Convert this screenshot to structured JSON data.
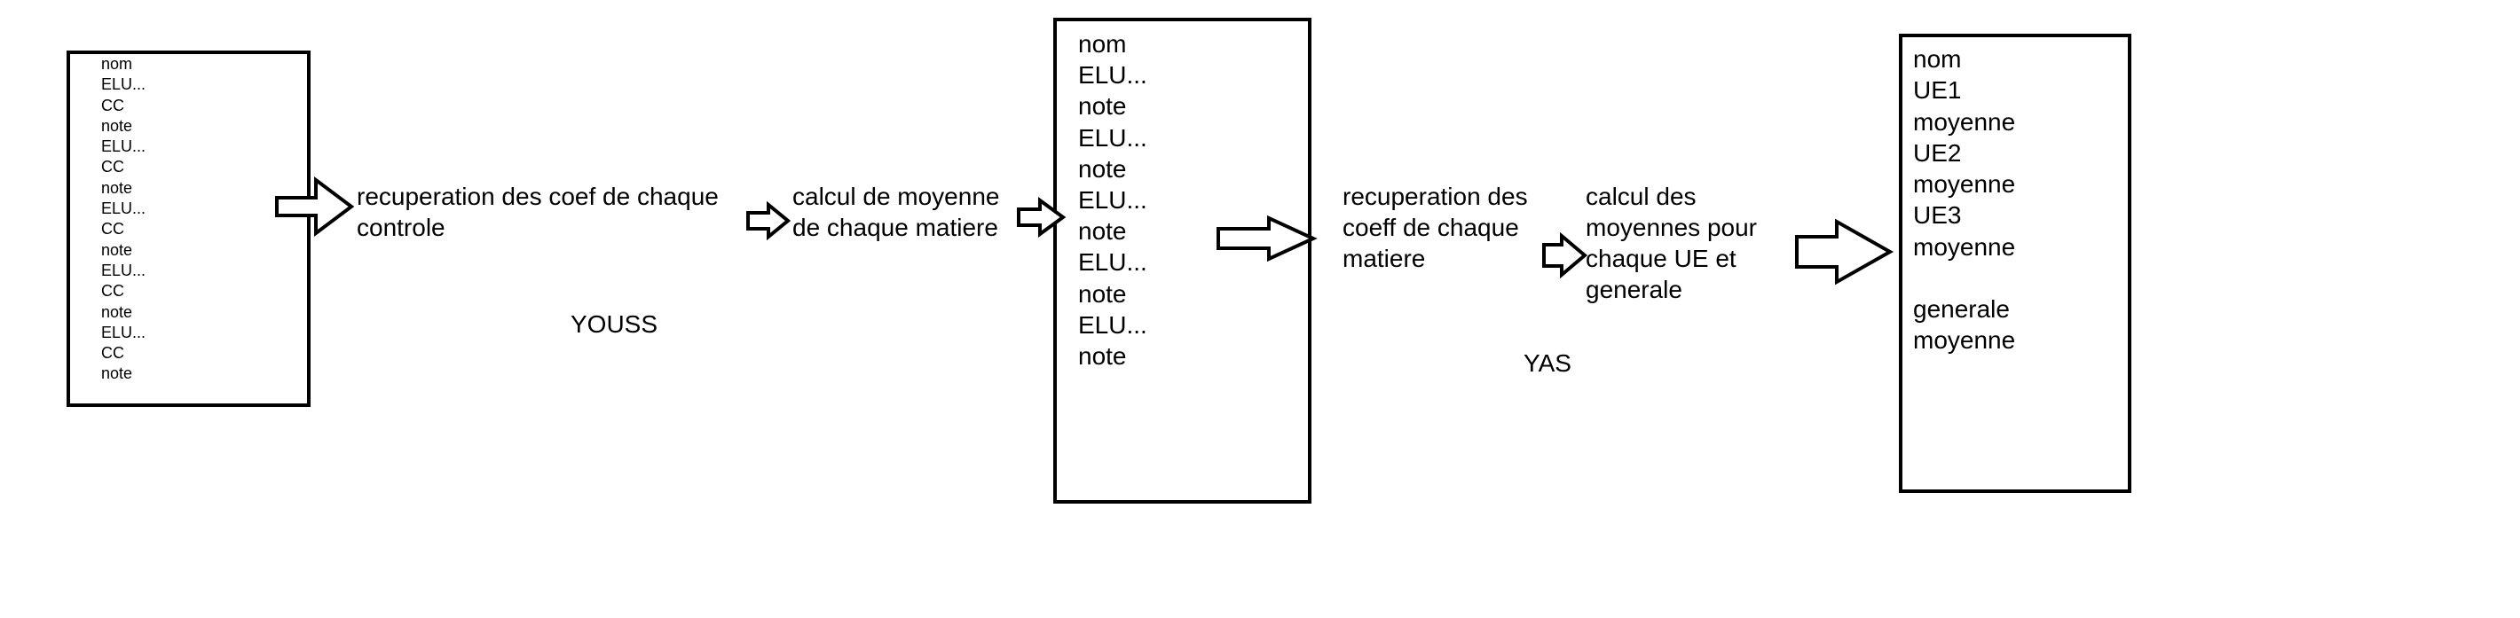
{
  "box1": {
    "items": [
      "nom",
      "ELU...",
      "CC",
      "note",
      "ELU...",
      "CC",
      "note",
      "ELU...",
      "CC",
      "note",
      "ELU...",
      "CC",
      "note",
      "ELU...",
      "CC",
      "note"
    ]
  },
  "step1": {
    "lines": [
      "recuperation des coef de chaque",
      "controle"
    ]
  },
  "step2": {
    "lines": [
      "calcul de moyenne",
      "de chaque matiere"
    ]
  },
  "box2": {
    "items": [
      "nom",
      "ELU...",
      "note",
      "ELU...",
      "note",
      "ELU...",
      "note",
      "ELU...",
      "note",
      "ELU...",
      "note"
    ]
  },
  "step3": {
    "lines": [
      "recuperation des",
      "coeff de chaque",
      "matiere"
    ]
  },
  "step4": {
    "lines": [
      "calcul des",
      "moyennes pour",
      "chaque UE et",
      "generale"
    ]
  },
  "box3": {
    "items": [
      "nom",
      "UE1",
      "moyenne",
      "UE2",
      "moyenne",
      "UE3",
      "moyenne"
    ],
    "items_after_gap": [
      "generale",
      "moyenne"
    ]
  },
  "label_left": "YOUSS",
  "label_right": "YAS"
}
